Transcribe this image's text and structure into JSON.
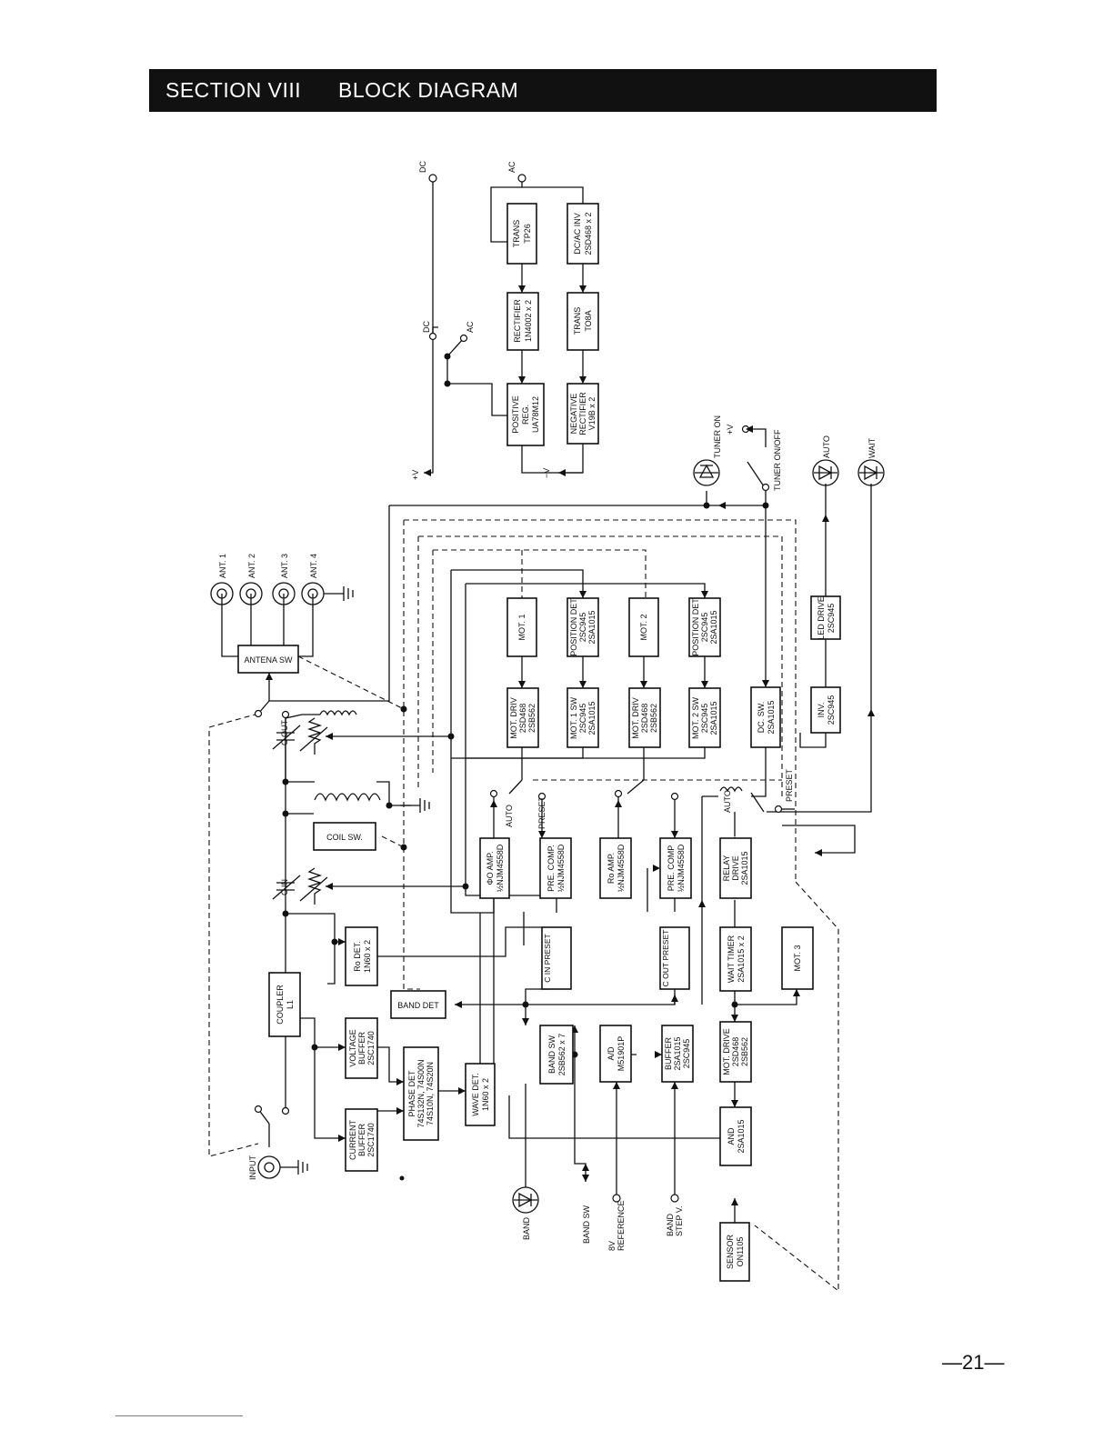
{
  "header": {
    "section": "SECTION VIII",
    "title": "BLOCK DIAGRAM"
  },
  "page_number": "—21—",
  "blocks": {
    "trans_tp26": [
      "TRANS",
      "TP26"
    ],
    "dcac_inv": [
      "DC/AC INV",
      "2SD468 x 2"
    ],
    "rectifier": [
      "RECTIFIER",
      "1N4002 x 2"
    ],
    "trans_to8a": [
      "TRANS",
      "TO8A"
    ],
    "positive_reg": [
      "POSITIVE",
      "REG.",
      "UA78M12"
    ],
    "negative_rect": [
      "NEGATIVE",
      "RECTIFIER",
      "V19B x 2"
    ],
    "mot1": [
      "MOT. 1"
    ],
    "pos_det1": [
      "POSITION DET",
      "2SC945",
      "2SA1015"
    ],
    "mot2": [
      "MOT. 2"
    ],
    "pos_det2": [
      "POSITION DET",
      "2SC945",
      "2SA1015"
    ],
    "led_drive": [
      "LED DRIVE",
      "2SC945"
    ],
    "mot_driv1": [
      "MOT. DRIV",
      "2SD468",
      "2SB562"
    ],
    "mot1_sw": [
      "MOT. 1 SW",
      "2SC945",
      "2SA1015"
    ],
    "mot_driv2": [
      "MOT. DRIV",
      "2SD468",
      "2SB562"
    ],
    "mot2_sw": [
      "MOT. 2 SW",
      "2SC945",
      "2SA1015"
    ],
    "dc_sw": [
      "DC. SW.",
      "2SA1015"
    ],
    "inv": [
      "INV.",
      "2SC945"
    ],
    "phi_amp": [
      "ΦO AMP.",
      "½NJM4558D"
    ],
    "pre_comp1": [
      "PRE. COMP.",
      "½NJM4558D"
    ],
    "ro_amp": [
      "Ro AMP.",
      "½NJM4558D"
    ],
    "pre_comp2": [
      "PRE. COMP",
      "½NJM4558D"
    ],
    "relay_drive": [
      "RELAY",
      "DRIVE",
      "2SA1015"
    ],
    "coil_sw": [
      "COIL SW."
    ],
    "antena_sw": [
      "ANTENA SW"
    ],
    "ro_det": [
      "Ro DET.",
      "1N60 x 2"
    ],
    "cin_preset": [
      "C IN PRESET"
    ],
    "cout_preset": [
      "C OUT PRESET"
    ],
    "wait_timer": [
      "WAIT TIMER",
      "2SA1015 x 2"
    ],
    "mot3": [
      "MOT. 3"
    ],
    "coupler": [
      "COUPLER",
      "L1"
    ],
    "band_det": [
      "BAND DET"
    ],
    "voltage_buffer": [
      "VOLTAGE",
      "BUFFER",
      "2SC1740"
    ],
    "phase_det": [
      "PHASE DET",
      "74S132N, 74S00N",
      "74S10N, 74S20N"
    ],
    "band_sw": [
      "BAND SW",
      "2SB562 x 7"
    ],
    "ad": [
      "A/D",
      "M51901P"
    ],
    "buffer": [
      "BUFFER",
      "2SA1015",
      "2SC945"
    ],
    "mot_drive3": [
      "MOT. DRIVE",
      "2SD468",
      "2SB562"
    ],
    "current_buffer": [
      "CURRENT",
      "BUFFER",
      "2SC1740"
    ],
    "wave_det": [
      "WAVE DET.",
      "1N60 x 2"
    ],
    "and_gate": [
      "AND",
      "2SA1015"
    ],
    "sensor": [
      "SENSOR",
      "ON1105"
    ]
  },
  "labels": {
    "dc_top": "DC",
    "ac_top": "AC",
    "dc_sw": "DC",
    "ac_sw": "AC",
    "plus_v": "+V",
    "minus_v": "−V",
    "plus_v_right": "+V",
    "tuner_on": "TUNER ON",
    "tuner_onoff": "TUNER ON/OFF",
    "auto_led": "AUTO",
    "wait_led": "WAIT",
    "ant1": "ANT. 1",
    "ant2": "ANT. 2",
    "ant3": "ANT. 3",
    "ant4": "ANT. 4",
    "c_out": "C OUT",
    "c_in": "C IN",
    "auto_sw1": "AUTO",
    "preset_sw1": "PRESET",
    "auto_sw2": "AUTO",
    "preset_sw2": "PRESET",
    "input": "INPUT",
    "band": "BAND",
    "band_sw_in": "BAND SW",
    "ref_8v": [
      "8V",
      "REFERENCE"
    ],
    "band_step": [
      "BAND",
      "STEP V."
    ]
  }
}
